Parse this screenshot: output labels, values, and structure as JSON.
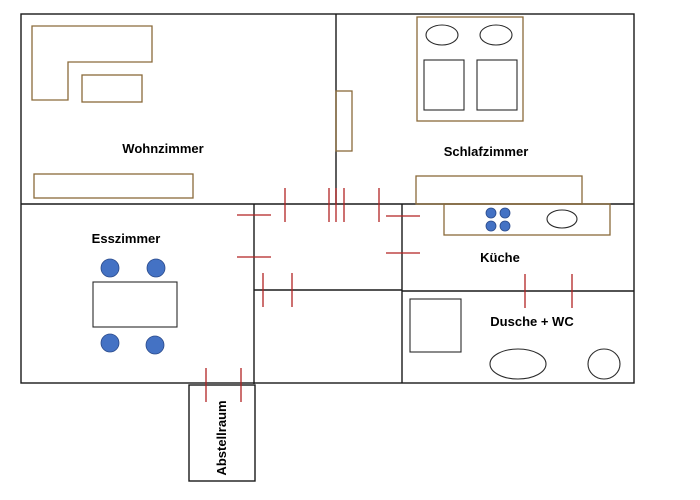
{
  "rooms": {
    "living": "Wohnzimmer",
    "bedroom": "Schlafzimmer",
    "dining": "Esszimmer",
    "kitchen": "Küche",
    "bath": "Dusche + WC",
    "storage": "Abstellraum"
  },
  "colors": {
    "walls": "#1a1a1a",
    "furniture": "#8a6a3a",
    "doors": "#b22222",
    "chairs_burners": "#4472c4"
  }
}
